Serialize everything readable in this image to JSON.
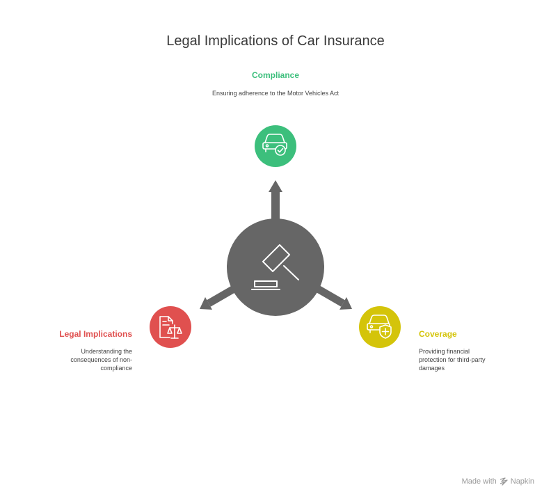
{
  "title": "Legal Implications of Car Insurance",
  "center": {
    "icon": "gavel-icon",
    "color": "#666666"
  },
  "nodes": {
    "compliance": {
      "title": "Compliance",
      "description": "Ensuring adherence to the Motor Vehicles Act",
      "icon": "car-check-icon",
      "color": "#3cbf7c"
    },
    "legal": {
      "title": "Legal Implications",
      "description": "Understanding the consequences of non-compliance",
      "icon": "legal-document-scales-icon",
      "color": "#e0504f"
    },
    "coverage": {
      "title": "Coverage",
      "description": "Providing financial protection for third-party damages",
      "icon": "car-shield-icon",
      "color": "#d4c40a"
    }
  },
  "footer": {
    "made_with": "Made with",
    "brand": "Napkin"
  }
}
